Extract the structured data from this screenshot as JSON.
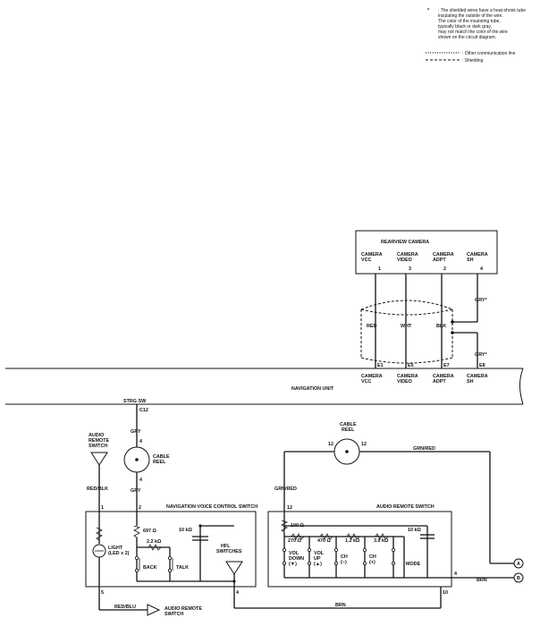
{
  "legend": {
    "star": "*",
    "note_lines": [
      ": The shielded wires have a heat-shrink tube",
      "insulating the outside of the wire.",
      "The color of the insulating tube,",
      "typically black or dark gray,",
      "may not match the color of the wire",
      "shown on the circuit diagram."
    ],
    "other_comm_line": ": Other communication line",
    "shielding": ": Shielding"
  },
  "camera": {
    "title": "REARVIEW CAMERA",
    "terminals": [
      {
        "name1": "CAMERA",
        "name2": "VCC",
        "pin": "1",
        "wire": "RED",
        "nav_pin": "E1",
        "nav1": "CAMERA",
        "nav2": "VCC"
      },
      {
        "name1": "CAMERA",
        "name2": "VIDEO",
        "pin": "3",
        "wire": "WHT",
        "nav_pin": "E5",
        "nav1": "CAMERA",
        "nav2": "VIDEO"
      },
      {
        "name1": "CAMERA",
        "name2": "ADPT",
        "pin": "2",
        "wire": "BLK",
        "nav_pin": "E7",
        "nav1": "CAMERA",
        "nav2": "ADPT"
      },
      {
        "name1": "CAMERA",
        "name2": "SH",
        "pin": "4",
        "wire": "GRY*",
        "nav_pin": "E8",
        "nav1": "CAMERA",
        "nav2": "SH"
      }
    ],
    "shield_wire": "GRY*"
  },
  "nav_unit": {
    "title": "NAVIGATION UNIT",
    "strg_sw": "STRG SW",
    "strg_pin": "C12"
  },
  "cable_reel_left": {
    "label1": "CABLE",
    "label2": "REEL",
    "pin_top": "4",
    "pin_bottom": "4",
    "wire_top": "GRY",
    "wire_bottom": "GRY"
  },
  "cable_reel_right": {
    "label1": "CABLE",
    "label2": "REEL",
    "pin_left": "12",
    "pin_right": "12",
    "wire_left": "GRN/RED",
    "wire_right": "GRN/RED"
  },
  "audio_remote_top": {
    "l1": "AUDIO",
    "l2": "REMOTE",
    "l3": "SWITCH",
    "wire": "RED/BLK"
  },
  "nav_voice": {
    "title": "NAVIGATION VOICE CONTROL SWITCH",
    "pin1": "1",
    "pin2": "2",
    "pin5": "5",
    "pin4": "4",
    "r1": "697 Ω",
    "r2": "2.2 kΩ",
    "cap": "10 kΩ",
    "back": "BACK",
    "talk": "TALK",
    "light1": "LIGHT",
    "light2": "(LED x 2)",
    "hfl1": "HFL",
    "hfl2": "SWITCHES"
  },
  "audio_remote_box": {
    "title": "AUDIO REMOTE SWITCH",
    "pin12": "12",
    "pin4": "4",
    "pin10": "10",
    "r0": "100 Ω",
    "r1": "270 Ω",
    "r2": "470 Ω",
    "r3": "1.2 kΩ",
    "r4": "3.9 kΩ",
    "cap": "10 kΩ",
    "sw": [
      {
        "l1": "VOL",
        "l2": "DOWN",
        "l3": "(▼)"
      },
      {
        "l1": "VOL",
        "l2": "UP",
        "l3": "(▲)"
      },
      {
        "l1": "CH",
        "l2": "(−)",
        "l3": ""
      },
      {
        "l1": "CH",
        "l2": "(+)",
        "l3": ""
      },
      {
        "l1": "MODE",
        "l2": "",
        "l3": ""
      }
    ]
  },
  "bottom": {
    "red_blu": "RED/BLU",
    "audio_remote1": "AUDIO REMOTE",
    "audio_remote2": "SWITCH",
    "brn": "BRN",
    "brn_right": "BRN",
    "conn_a": "A",
    "conn_b": "B"
  }
}
